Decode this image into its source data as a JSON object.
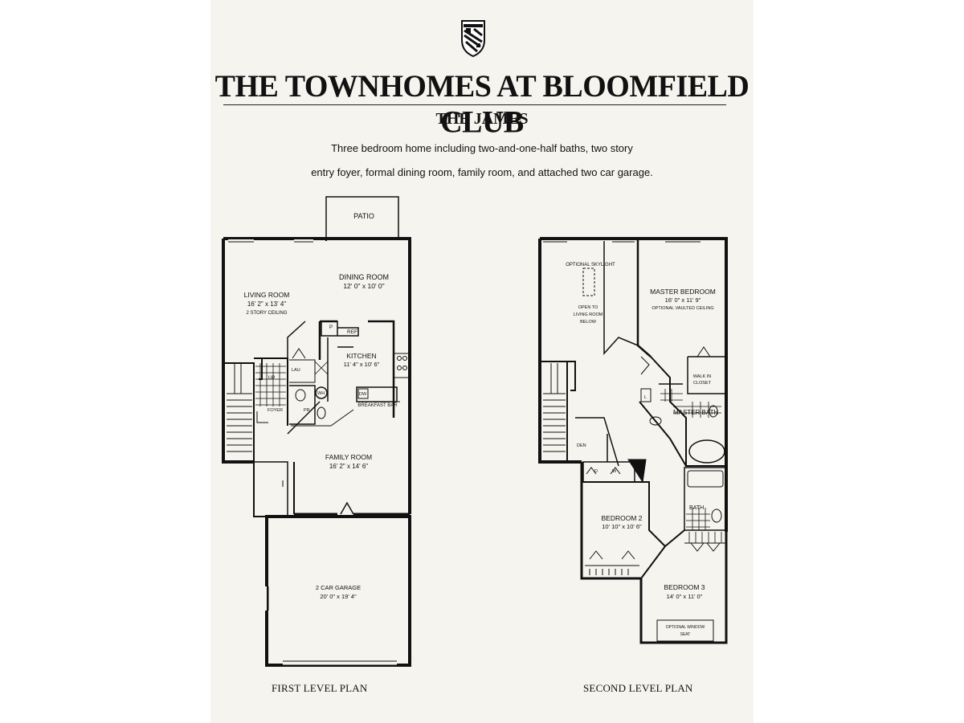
{
  "header": {
    "title": "THE TOWNHOMES AT BLOOMFIELD CLUB",
    "subtitle": "THE JAMES",
    "description_line1": "Three bedroom home including two-and-one-half baths, two story",
    "description_line2": "entry foyer, formal dining room, family room, and attached two car garage."
  },
  "first_level": {
    "caption": "FIRST LEVEL PLAN",
    "patio": "PATIO",
    "dining_room": {
      "name": "DINING ROOM",
      "size": "12' 0\" x 10' 0\""
    },
    "living_room": {
      "name": "LIVING ROOM",
      "size": "16' 2\" x 13' 4\"",
      "note": "2 STORY CEILING"
    },
    "kitchen": {
      "name": "KITCHEN",
      "size": "11' 4\" x 10' 6\""
    },
    "ref": "REF",
    "p": "P",
    "lau": "LAU",
    "wh": "WH",
    "dw": "DW",
    "breakfast_bar": "BREAKFAST BAR",
    "up": "UP",
    "foyer": "FOYER",
    "pr": "PR",
    "family_room": {
      "name": "FAMILY ROOM",
      "size": "16' 2\" x 14' 6\""
    },
    "garage": {
      "name": "2 CAR GARAGE",
      "size": "20' 0\" x 19' 4\""
    }
  },
  "second_level": {
    "caption": "SECOND LEVEL PLAN",
    "optional_skylight": "OPTIONAL SKYLIGHT",
    "open_to_line1": "OPEN TO",
    "open_to_line2": "LIVING ROOM",
    "open_to_line3": "BELOW",
    "master_bedroom": {
      "name": "MASTER BEDROOM",
      "size": "16' 0\" x 11' 9\"",
      "note": "OPTIONAL VAULTED CEILING"
    },
    "walk_in_closet_line1": "WALK IN",
    "walk_in_closet_line2": "CLOSET",
    "l": "L",
    "master_bath": "MASTER BATH",
    "den": "DEN",
    "d": "D",
    "w": "W",
    "bath": "BATH",
    "bedroom2": {
      "name": "BEDROOM 2",
      "size": "10' 10\" x 10' 6\""
    },
    "bedroom3": {
      "name": "BEDROOM 3",
      "size": "14' 0\" x 11' 0\""
    },
    "window_seat_line1": "OPTIONAL WINDOW",
    "window_seat_line2": "SEAT"
  }
}
